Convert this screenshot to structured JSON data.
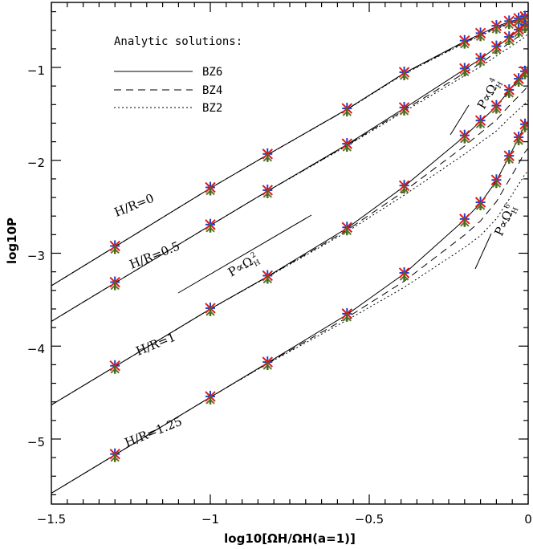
{
  "chart_data": {
    "type": "line",
    "xlabel": "log10[ΩH/ΩH(a=1)]",
    "ylabel": "log10P",
    "xlim": [
      -1.5,
      0
    ],
    "ylim": [
      -5.7,
      -0.3
    ],
    "x_ticks": [
      "−1.5",
      "−1",
      "−0.5",
      "0"
    ],
    "y_ticks": [
      "−1",
      "−2",
      "−3",
      "−4",
      "−5"
    ],
    "legend": {
      "title": "Analytic solutions:",
      "entries": [
        {
          "label": "BZ6",
          "style": "solid"
        },
        {
          "label": "BZ4",
          "style": "dashed"
        },
        {
          "label": "BZ2",
          "style": "dotted"
        }
      ],
      "position": "top-left"
    },
    "series": [
      {
        "name": "H/R=0",
        "x": [
          -1.3,
          -1.0,
          -0.82,
          -0.57,
          -0.39,
          -0.2,
          -0.15,
          -0.1,
          -0.06,
          -0.03,
          -0.01
        ],
        "y": [
          -2.93,
          -2.3,
          -1.94,
          -1.45,
          -1.06,
          -0.72,
          -0.64,
          -0.56,
          -0.51,
          -0.48,
          -0.46
        ]
      },
      {
        "name": "H/R=0.5",
        "x": [
          -1.3,
          -1.0,
          -0.82,
          -0.57,
          -0.39,
          -0.2,
          -0.15,
          -0.1,
          -0.06,
          -0.03,
          -0.01
        ],
        "y": [
          -3.32,
          -2.7,
          -2.33,
          -1.83,
          -1.44,
          -1.02,
          -0.91,
          -0.78,
          -0.68,
          -0.6,
          -0.55
        ]
      },
      {
        "name": "H/R=1",
        "x": [
          -1.3,
          -1.0,
          -0.82,
          -0.57,
          -0.39,
          -0.2,
          -0.15,
          -0.1,
          -0.06,
          -0.03,
          -0.01
        ],
        "y": [
          -4.22,
          -3.6,
          -3.25,
          -2.73,
          -2.28,
          -1.74,
          -1.58,
          -1.42,
          -1.25,
          -1.13,
          -1.05
        ]
      },
      {
        "name": "H/R=1.25",
        "x": [
          -1.3,
          -1.0,
          -0.82,
          -0.57,
          -0.39,
          -0.2,
          -0.15,
          -0.1,
          -0.06,
          -0.03,
          -0.01
        ],
        "y": [
          -5.17,
          -4.55,
          -4.18,
          -3.66,
          -3.22,
          -2.64,
          -2.46,
          -2.22,
          -1.96,
          -1.76,
          -1.62
        ]
      }
    ],
    "annotations": [
      "H/R=0",
      "H/R=0.5",
      "H/R=1",
      "H/R=1.25",
      "P∝ΩH2",
      "P∝ΩH4",
      "P∝ΩH6"
    ],
    "grid": false
  }
}
